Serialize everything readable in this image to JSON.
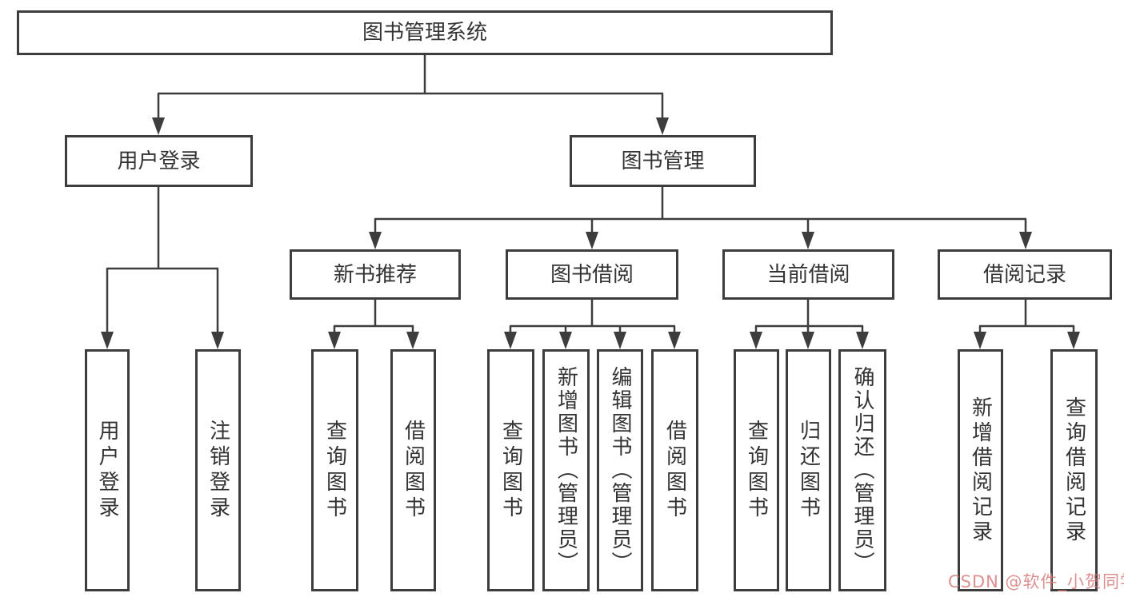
{
  "diagram": {
    "root": "图书管理系统",
    "user_login": {
      "label": "用户登录",
      "children": [
        "用户登录",
        "注销登录"
      ]
    },
    "book_management": {
      "label": "图书管理",
      "sections": [
        {
          "label": "新书推荐",
          "children": [
            "查询图书",
            "借阅图书"
          ]
        },
        {
          "label": "图书借阅",
          "children": [
            "查询图书",
            "新增图书（管理员）",
            "编辑图书（管理员）",
            "借阅图书"
          ]
        },
        {
          "label": "当前借阅",
          "children": [
            "查询图书",
            "归还图书",
            "确认归还（管理员）"
          ]
        },
        {
          "label": "借阅记录",
          "children": [
            "新增借阅记录",
            "查询借阅记录"
          ]
        }
      ]
    },
    "watermark": "CSDN @软件_小贺同学",
    "colors": {
      "line": "#3d3d3d",
      "box_border": "#3d3d3d",
      "text": "#333333",
      "watermark": "#d67d7d",
      "background": "#ffffff"
    }
  }
}
